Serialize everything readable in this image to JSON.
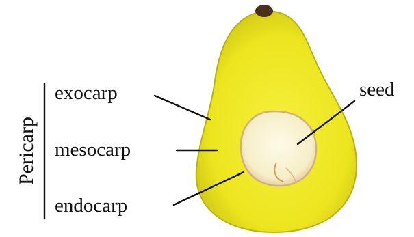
{
  "diagram": {
    "bracket_label": "Pericarp",
    "labels": {
      "exocarp": "exocarp",
      "mesocarp": "mesocarp",
      "endocarp": "endocarp",
      "seed": "seed"
    },
    "colors": {
      "fruit_outer": "#d8d21a",
      "fruit_inner": "#f1eb38",
      "seed_center": "#fbf6d6",
      "seed_edge": "#d9b98a",
      "stem": "#4a2f1c"
    }
  }
}
